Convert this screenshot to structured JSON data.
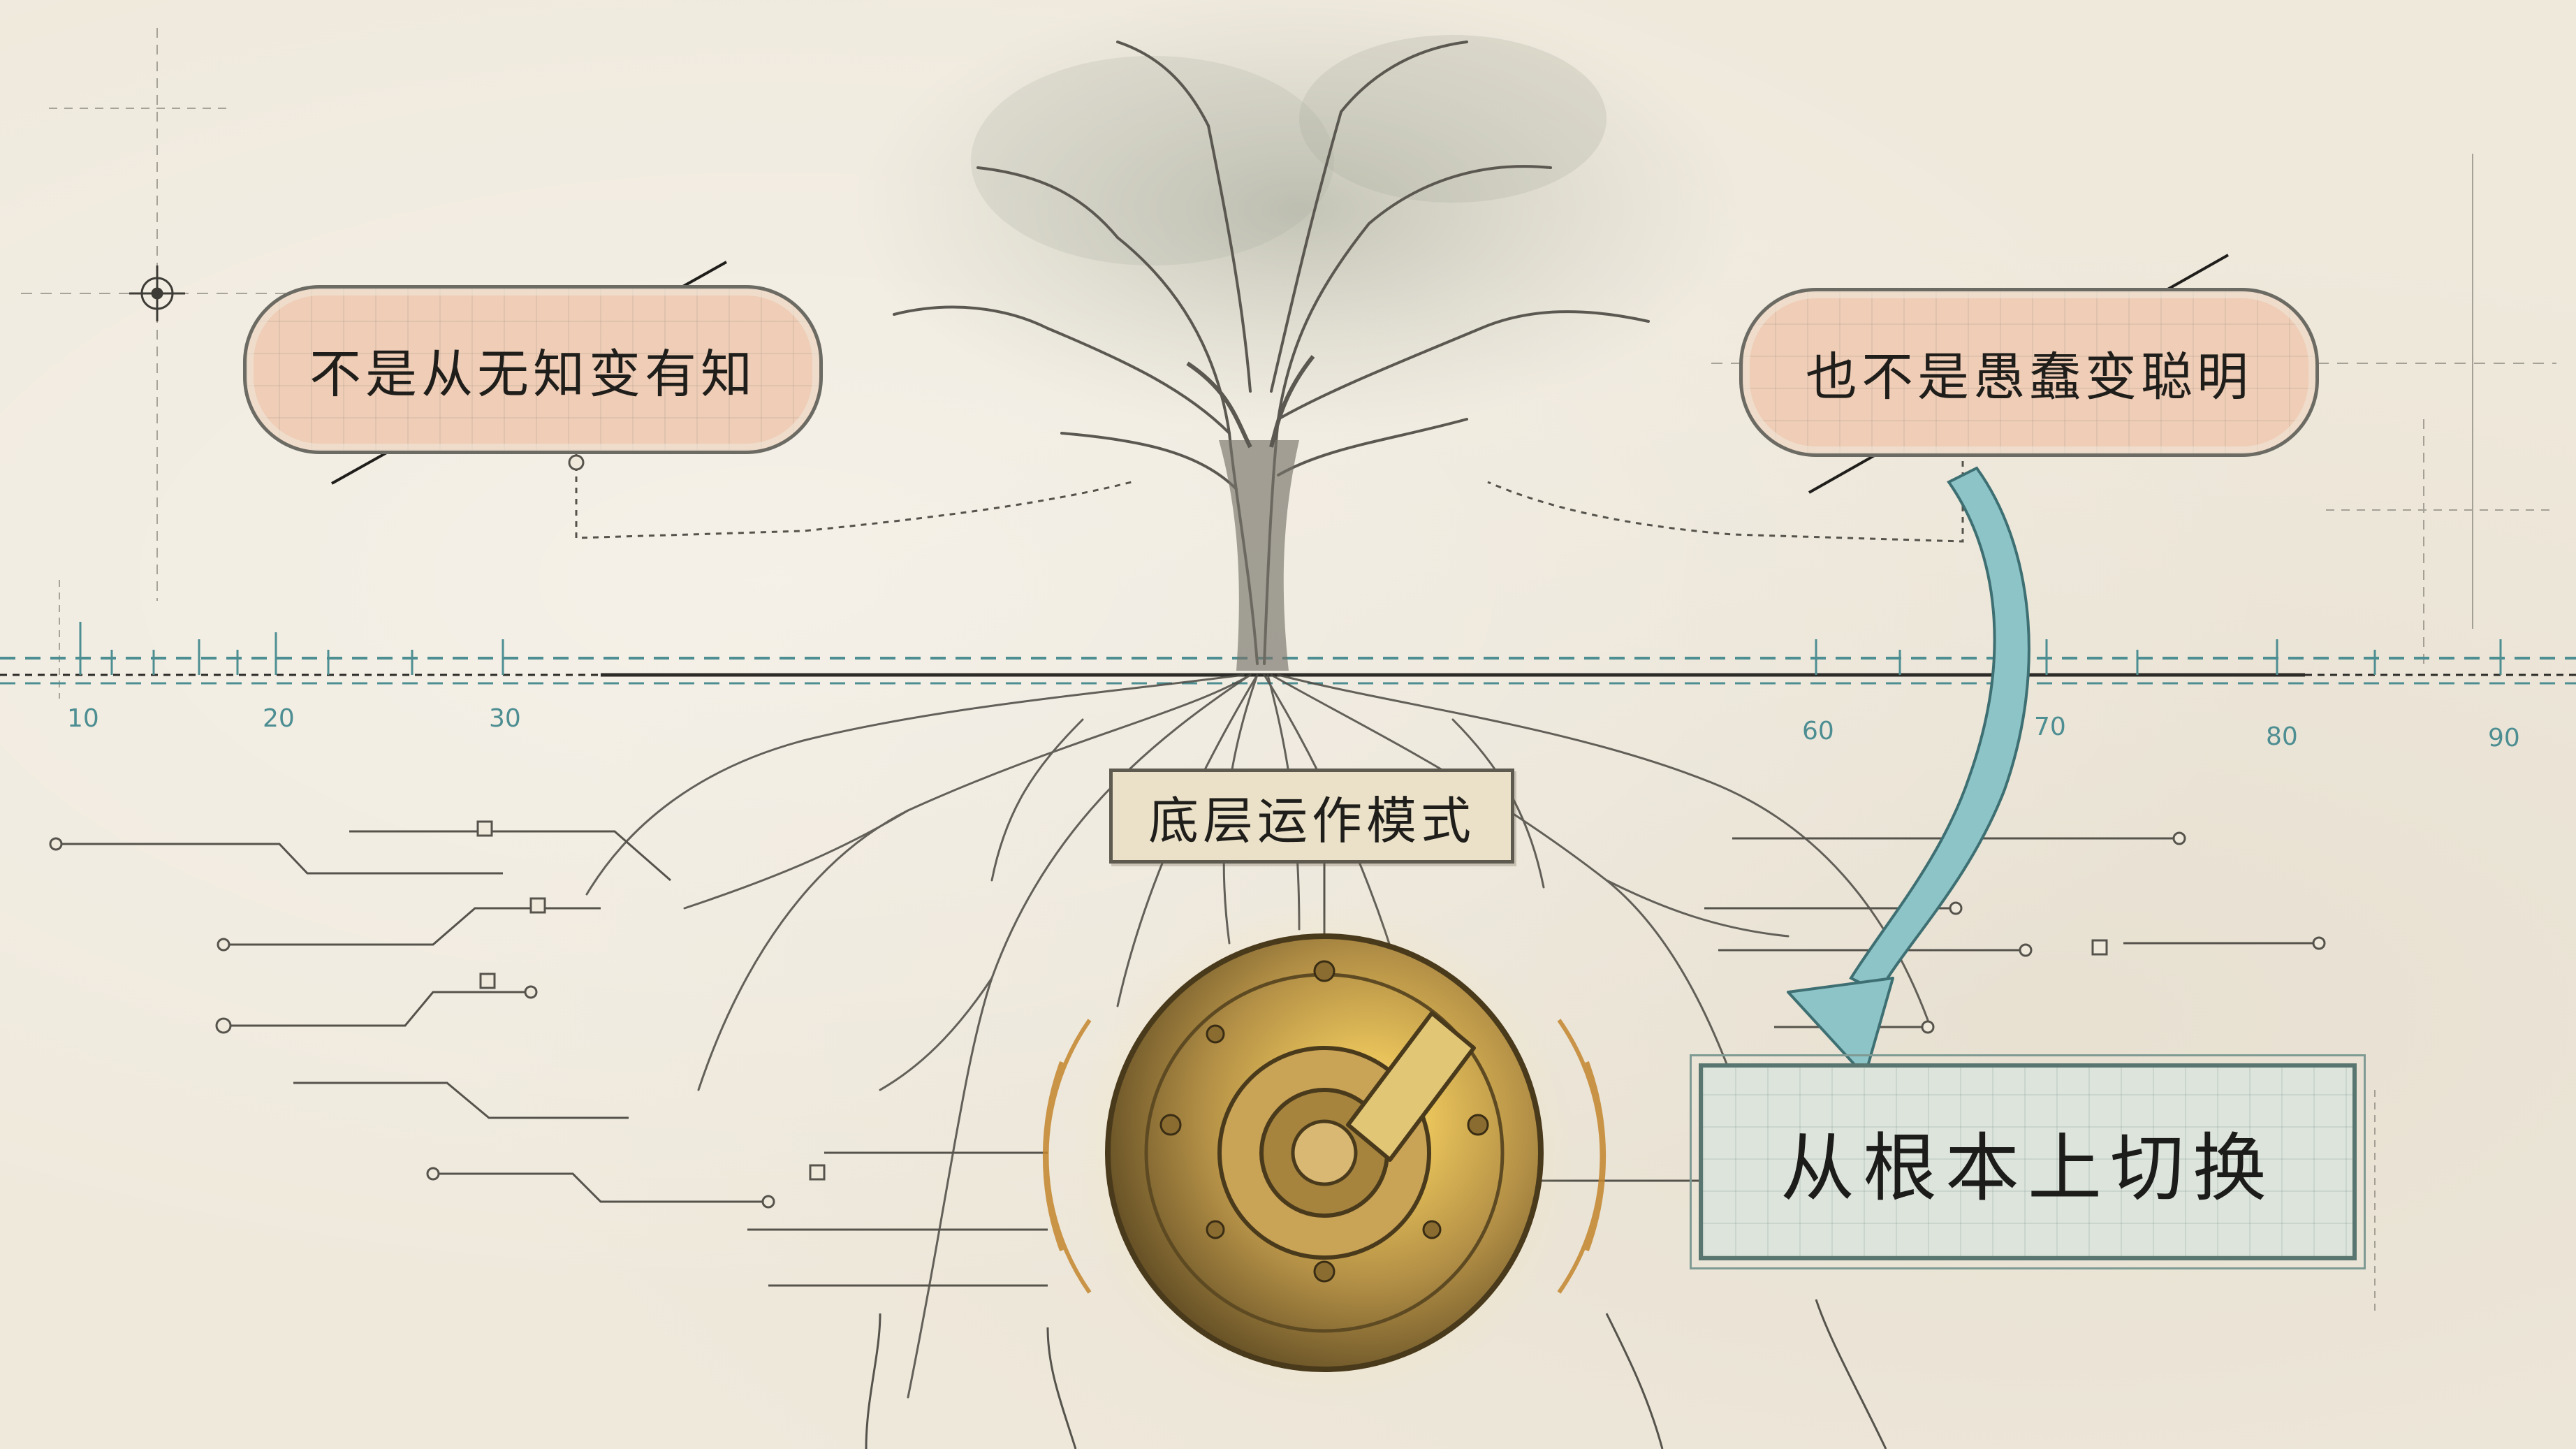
{
  "labels": {
    "left_pill": "不是从无知变有知",
    "right_pill": "也不是愚蠢变聪明",
    "root_label": "底层运作模式",
    "switch_box": "从根本上切换"
  },
  "ruler": {
    "ticks": [
      "10",
      "20",
      "30",
      "60",
      "70",
      "80",
      "90"
    ]
  },
  "colors": {
    "paper": "#efe9dc",
    "pill_fill": "#efcdb6",
    "arrow_teal": "#8cc4c8",
    "ruler_teal": "#4d8e92",
    "brass": "#b08d45",
    "switch_box_fill": "#dde4dc"
  },
  "icons": {
    "tree": "tree-illustration",
    "dial": "brass-rotary-switch-icon",
    "arrow": "curved-arrow-icon"
  }
}
